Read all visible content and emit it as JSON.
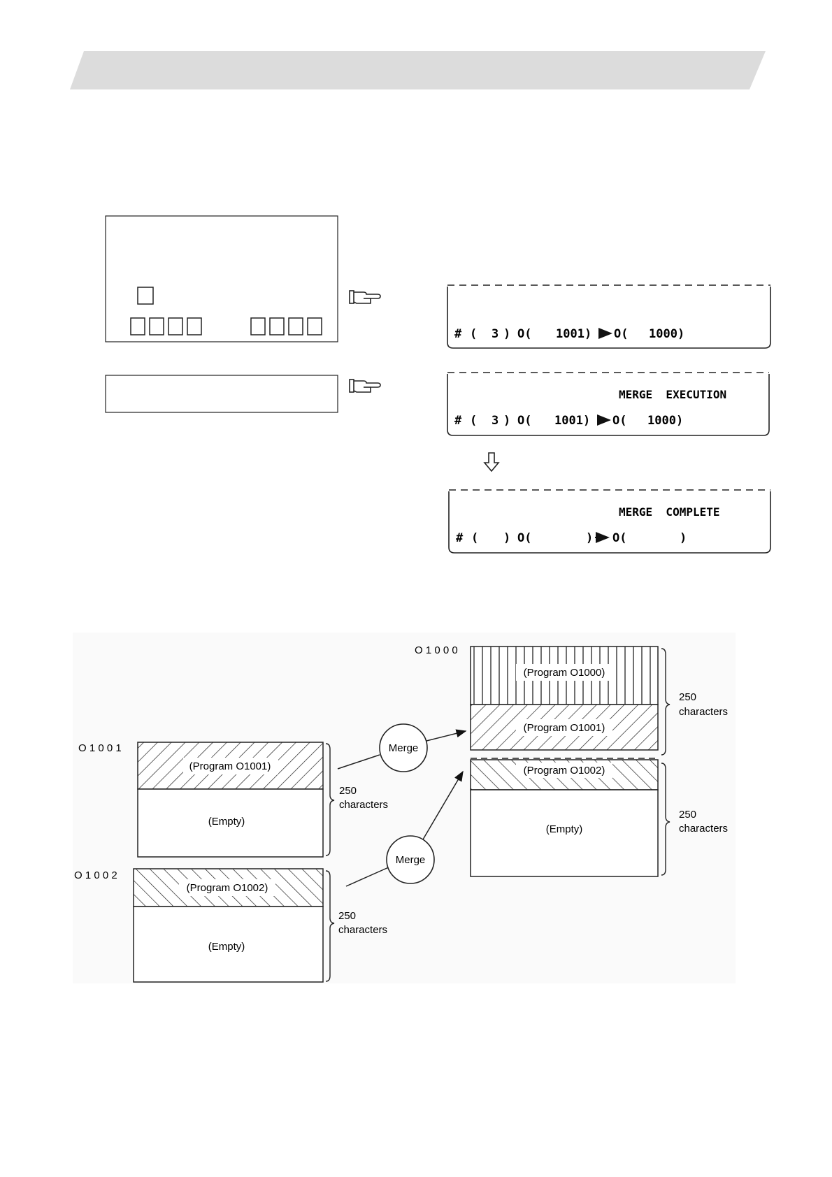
{
  "screens": {
    "transfer": {
      "line": [
        "#",
        "(",
        "3",
        ")",
        "O(",
        "1001)",
        "O(",
        "1000)"
      ]
    },
    "execution": {
      "status": "MERGE  EXECUTION",
      "line": [
        "#",
        "(",
        "3",
        ")",
        "O(",
        "1001)",
        "O(",
        "1000)"
      ]
    },
    "complete": {
      "status": "MERGE  COMPLETE",
      "line": [
        "#",
        "(",
        ")",
        "O(",
        ")",
        "O(",
        ")"
      ]
    }
  },
  "merge_diagram": {
    "source1": {
      "name": "O 1 0 0 1",
      "filled": "(Program O1001)",
      "empty": "(Empty)",
      "size_value": "250",
      "size_unit": "characters"
    },
    "source2": {
      "name": "O 1 0 0 2",
      "filled": "(Program O1002)",
      "empty": "(Empty)",
      "size_value": "250",
      "size_unit": "characters"
    },
    "target": {
      "name": "O 1 0 0 0",
      "seg1": "(Program O1000)",
      "seg2": "(Program O1001)",
      "seg3": "(Program O1002)",
      "empty": "(Empty)",
      "upper_value": "250",
      "upper_unit": "characters",
      "lower_value": "250",
      "lower_unit": "characters"
    },
    "merge_label_1": "Merge",
    "merge_label_2": "Merge"
  },
  "icons": {
    "pointer_1": "pointing-hand-icon",
    "pointer_2": "pointing-hand-icon",
    "down_arrow": "down-arrow-icon"
  }
}
